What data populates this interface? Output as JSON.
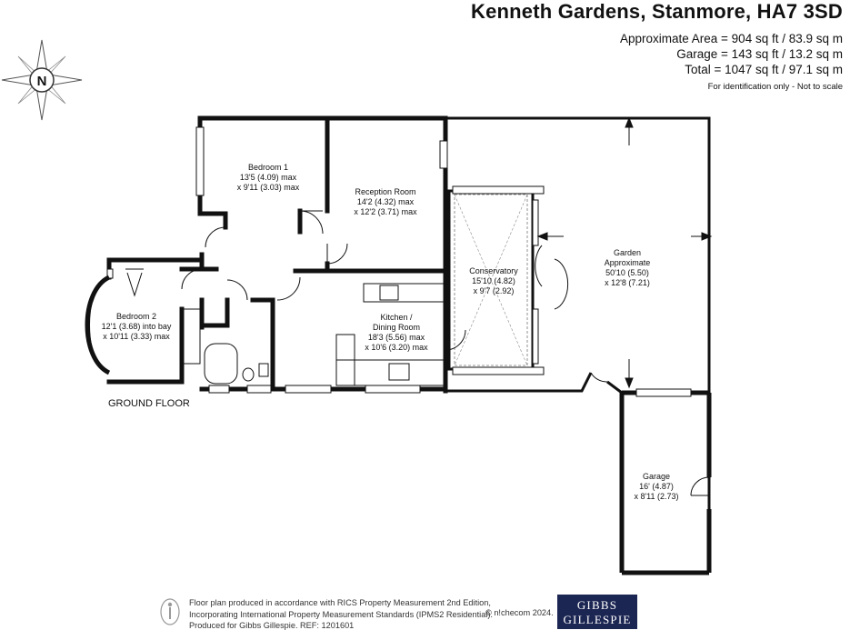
{
  "header": {
    "title": "Kenneth Gardens, Stanmore, HA7 3SD",
    "area_line": "Approximate Area = 904 sq ft / 83.9 sq m",
    "garage_line": "Garage = 143 sq ft / 13.2 sq m",
    "total_line": "Total = 1047 sq ft / 97.1 sq m",
    "note": "For identification only - Not to scale"
  },
  "compass": {
    "label": "N"
  },
  "floor_label": "GROUND FLOOR",
  "rooms": {
    "bedroom1": {
      "name": "Bedroom 1",
      "dim1": "13'5 (4.09) max",
      "dim2": "x 9'11 (3.03) max"
    },
    "reception": {
      "name": "Reception Room",
      "dim1": "14'2 (4.32) max",
      "dim2": "x 12'2 (3.71) max"
    },
    "conservatory": {
      "name": "Conservatory",
      "dim1": "15'10 (4.82)",
      "dim2": "x 9'7 (2.92)"
    },
    "garden": {
      "name": "Garden",
      "dim1": "Approximate",
      "dim2": "50'10 (5.50)",
      "dim3": "x 12'8 (7.21)"
    },
    "bedroom2": {
      "name": "Bedroom 2",
      "dim1": "12'1  (3.68) into bay",
      "dim2": "x 10'11 (3.33) max"
    },
    "kitchen": {
      "name": "Kitchen /",
      "name2": "Dining Room",
      "dim1": "18'3 (5.56) max",
      "dim2": "x 10'6 (3.20) max"
    },
    "garage": {
      "name": "Garage",
      "dim1": "16' (4.87)",
      "dim2": "x 8'11 (2.73)"
    }
  },
  "footer": {
    "line1": "Floor plan produced in accordance with RICS Property Measurement 2nd Edition,",
    "line2": "Incorporating International Property Measurement Standards (IPMS2 Residential).",
    "line3": "Produced for Gibbs Gillespie.   REF:  1201601",
    "copyright": "© n!checom 2024."
  },
  "brand": {
    "line1": "GIBBS",
    "line2": "GILLESPIE"
  }
}
